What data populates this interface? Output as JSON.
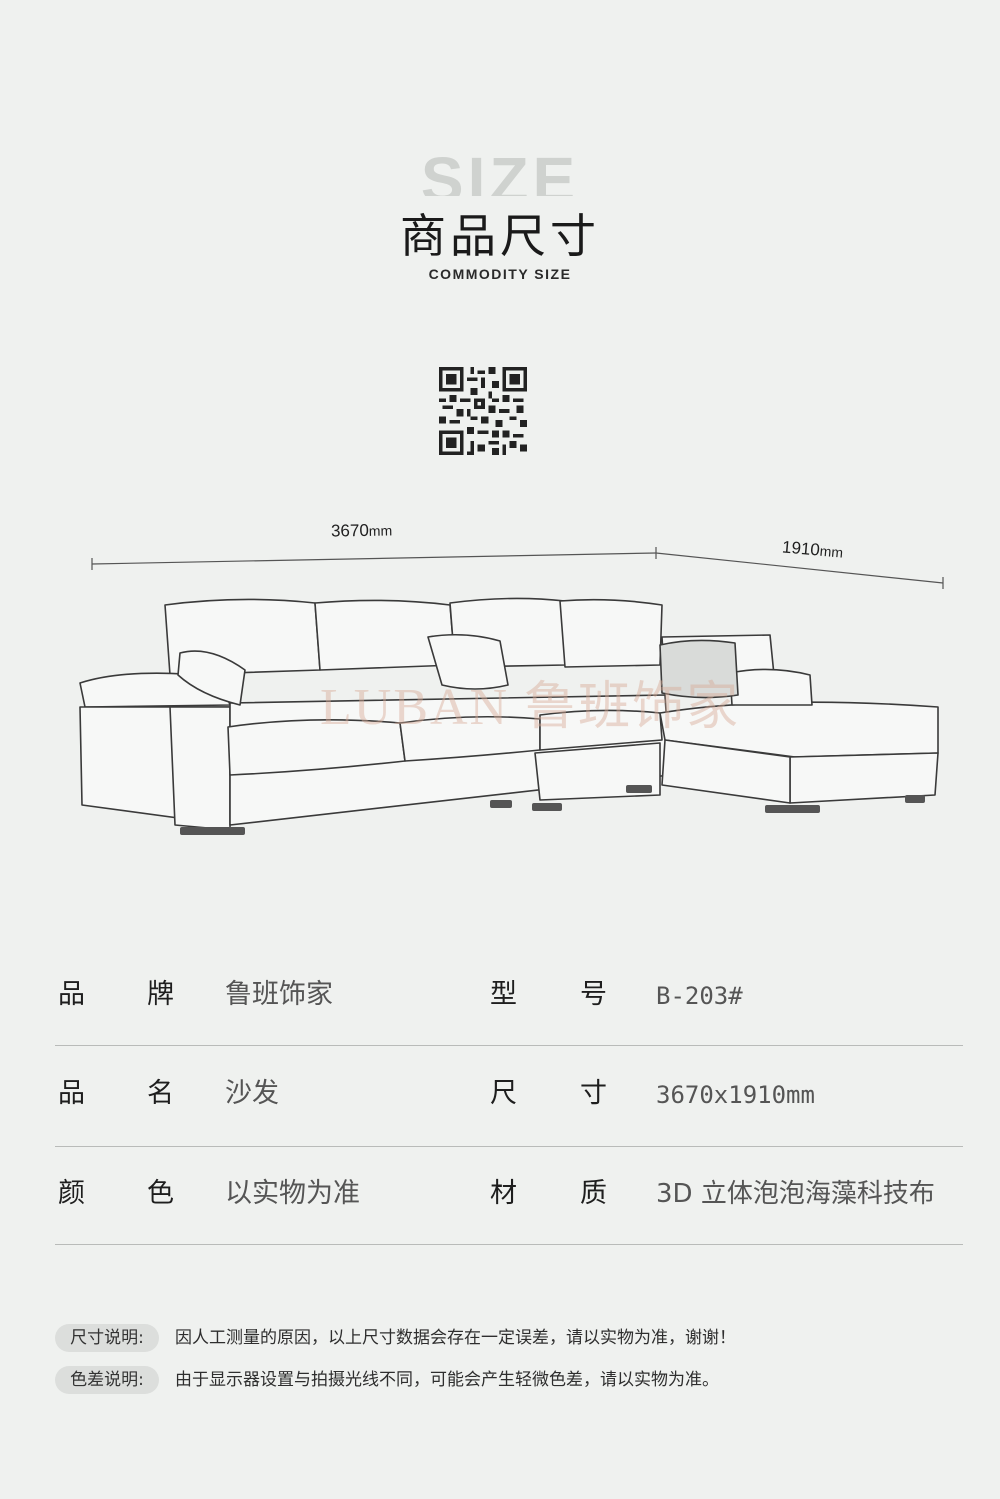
{
  "header": {
    "bg_word": "SIZE",
    "title": "商品尺寸",
    "subtitle": "COMMODITY SIZE"
  },
  "dimensions": {
    "length_value": "3670",
    "width_value": "1910",
    "unit": "mm"
  },
  "watermark": "LUBAN 鲁班饰家",
  "specs": [
    {
      "label_a": "品",
      "label_b": "牌",
      "value": "鲁班饰家",
      "label2_a": "型",
      "label2_b": "号",
      "value2": "B-203#"
    },
    {
      "label_a": "品",
      "label_b": "名",
      "value": "沙发",
      "label2_a": "尺",
      "label2_b": "寸",
      "value2": "3670x1910mm"
    },
    {
      "label_a": "颜",
      "label_b": "色",
      "value": "以实物为准",
      "label2_a": "材",
      "label2_b": "质",
      "value2": "3D 立体泡泡海藻科技布"
    }
  ],
  "notes": [
    {
      "tag": "尺寸说明:",
      "text": "因人工测量的原因，以上尺寸数据会存在一定误差，请以实物为准，谢谢！"
    },
    {
      "tag": "色差说明:",
      "text": "由于显示器设置与拍摄光线不同，可能会产生轻微色差，请以实物为准。"
    }
  ],
  "colors": {
    "background": "#eff1ef",
    "divider": "#b9bbb9",
    "tag_bg": "#dcdedc"
  }
}
